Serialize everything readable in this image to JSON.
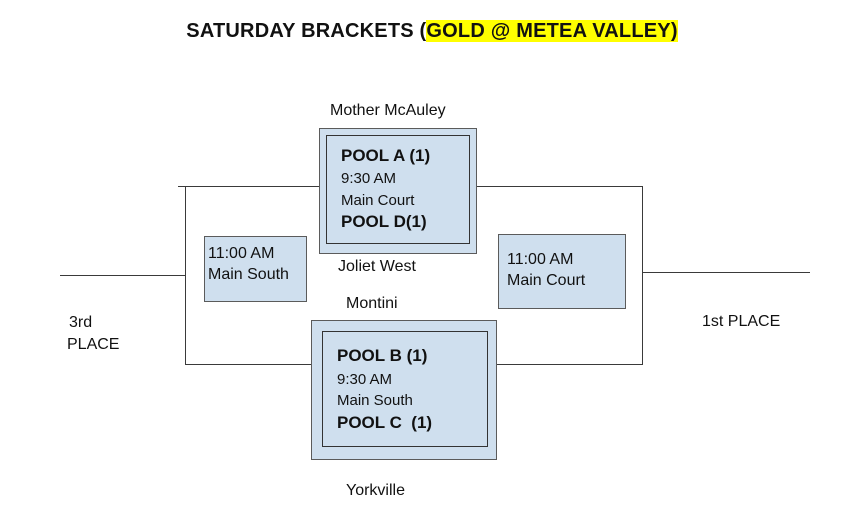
{
  "header": {
    "title_prefix": "SATURDAY BRACKETS (",
    "title_highlight": "GOLD @ METEA VALLEY)"
  },
  "match_top": {
    "team_above": "Mother McAuley",
    "pool_a": "POOL A (1)",
    "time": "9:30 AM",
    "court": "Main Court",
    "pool_d": "POOL D(1)",
    "team_below": "Joliet West"
  },
  "match_bottom": {
    "team_above": "Montini",
    "pool_b": "POOL B (1)",
    "time": "9:30 AM",
    "court": "Main South",
    "pool_c": "POOL C  (1)",
    "team_below": "Yorkville"
  },
  "consolation_game": {
    "time": "11:00 AM",
    "court": "Main South"
  },
  "championship_game": {
    "time": "11:00 AM",
    "court": "Main Court"
  },
  "results": {
    "third_place_line1": "3rd",
    "third_place_line2": "PLACE",
    "first_place": "1st PLACE"
  },
  "colors": {
    "box_fill": "#cfdfee",
    "highlight": "#ffff00"
  }
}
